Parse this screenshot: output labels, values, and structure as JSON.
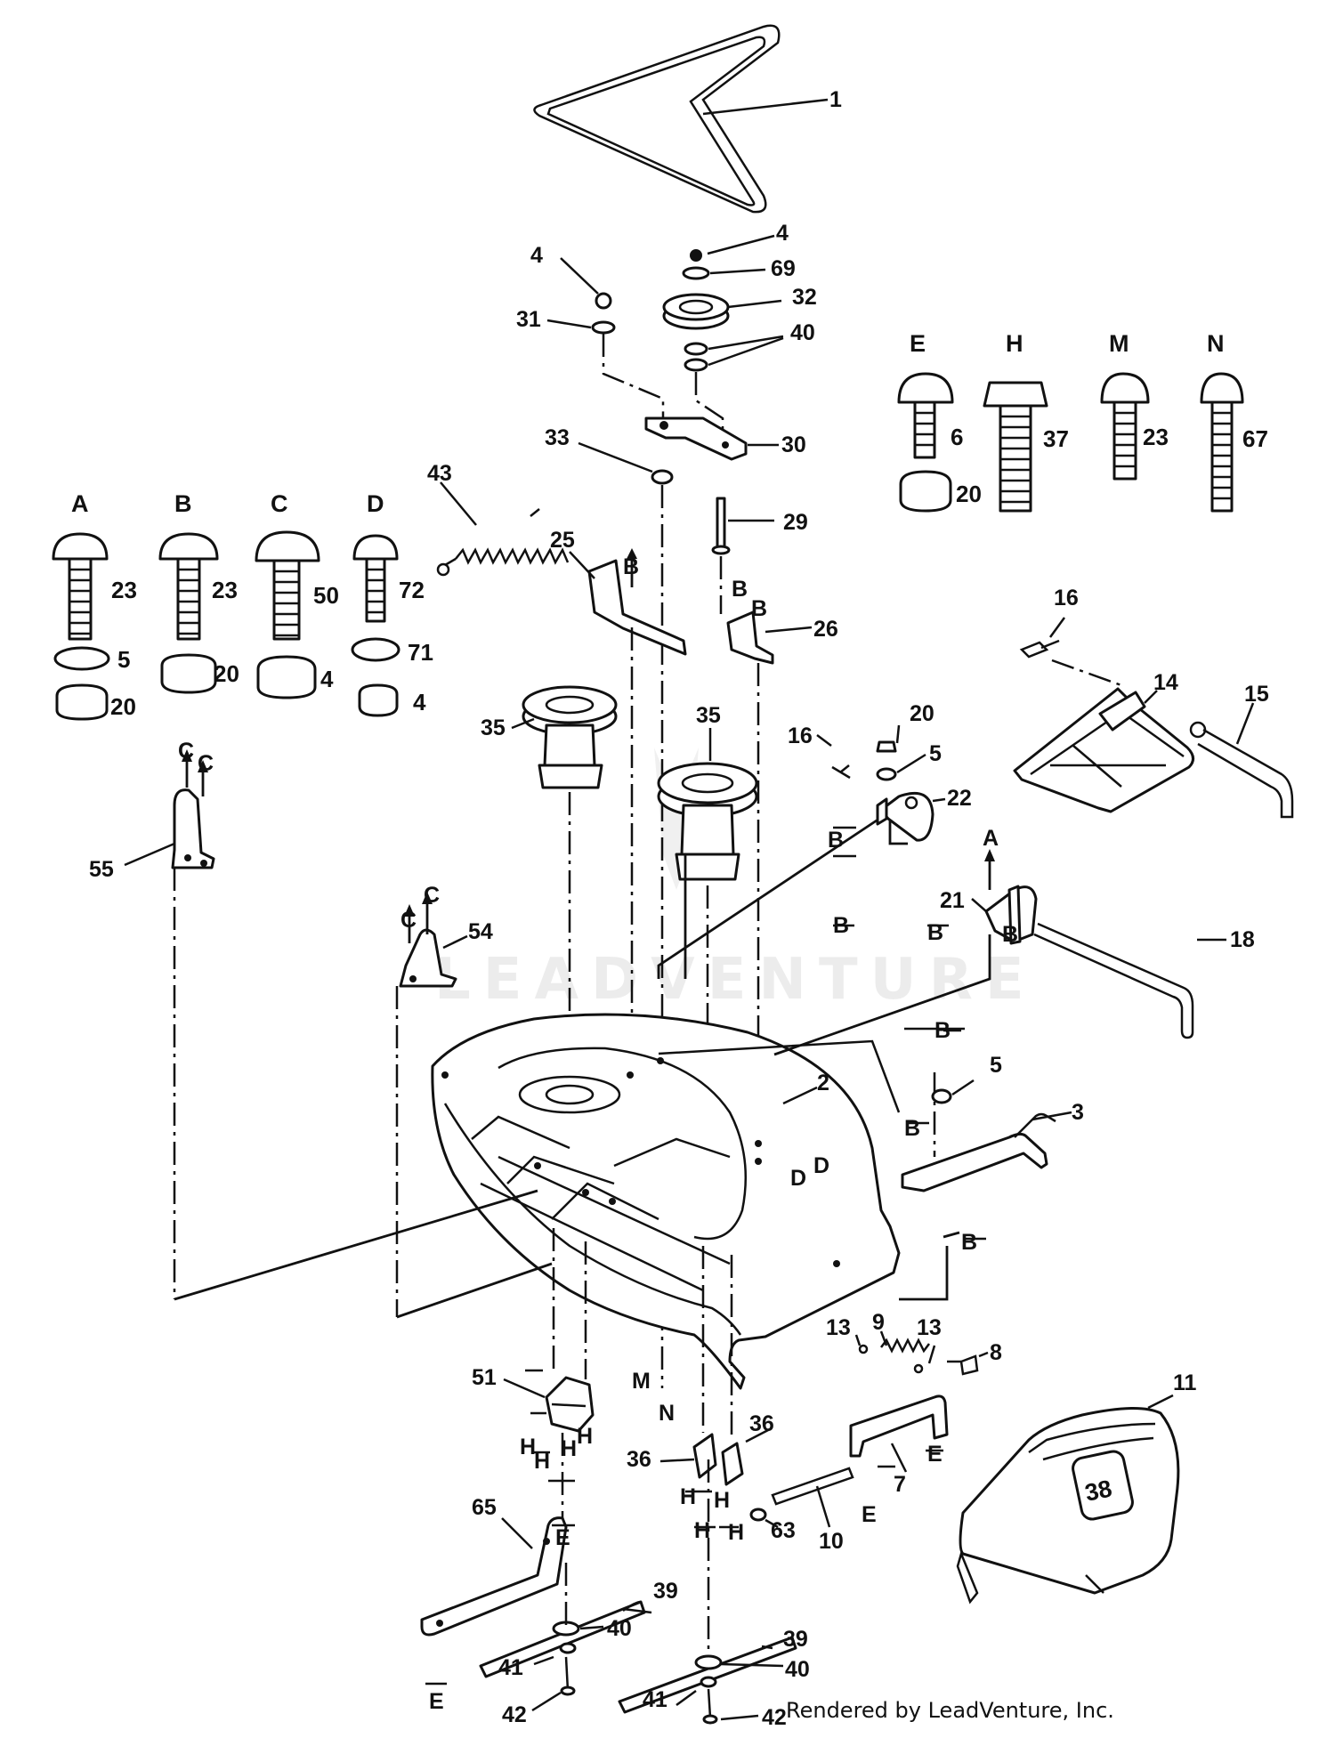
{
  "diagram": {
    "watermark": "LEADVENTURE",
    "credit": "Rendered by LeadVenture, Inc.",
    "callouts": [
      {
        "id": "c1",
        "text": "1"
      },
      {
        "id": "c2",
        "text": "2"
      },
      {
        "id": "c3",
        "text": "3"
      },
      {
        "id": "c4a",
        "text": "4"
      },
      {
        "id": "c4b",
        "text": "4"
      },
      {
        "id": "c5a",
        "text": "5"
      },
      {
        "id": "c5b",
        "text": "5"
      },
      {
        "id": "c7",
        "text": "7"
      },
      {
        "id": "c8",
        "text": "8"
      },
      {
        "id": "c9",
        "text": "9"
      },
      {
        "id": "c10",
        "text": "10"
      },
      {
        "id": "c11",
        "text": "11"
      },
      {
        "id": "c13a",
        "text": "13"
      },
      {
        "id": "c13b",
        "text": "13"
      },
      {
        "id": "c14",
        "text": "14"
      },
      {
        "id": "c15",
        "text": "15"
      },
      {
        "id": "c16a",
        "text": "16"
      },
      {
        "id": "c16b",
        "text": "16"
      },
      {
        "id": "c18",
        "text": "18"
      },
      {
        "id": "c20",
        "text": "20"
      },
      {
        "id": "c21",
        "text": "21"
      },
      {
        "id": "c22",
        "text": "22"
      },
      {
        "id": "c25",
        "text": "25"
      },
      {
        "id": "c26",
        "text": "26"
      },
      {
        "id": "c29",
        "text": "29"
      },
      {
        "id": "c30",
        "text": "30"
      },
      {
        "id": "c31",
        "text": "31"
      },
      {
        "id": "c32",
        "text": "32"
      },
      {
        "id": "c33",
        "text": "33"
      },
      {
        "id": "c35a",
        "text": "35"
      },
      {
        "id": "c35b",
        "text": "35"
      },
      {
        "id": "c36a",
        "text": "36"
      },
      {
        "id": "c36b",
        "text": "36"
      },
      {
        "id": "c39a",
        "text": "39"
      },
      {
        "id": "c39b",
        "text": "39"
      },
      {
        "id": "c40a",
        "text": "40"
      },
      {
        "id": "c40b",
        "text": "40"
      },
      {
        "id": "c40c",
        "text": "40"
      },
      {
        "id": "c41a",
        "text": "41"
      },
      {
        "id": "c41b",
        "text": "41"
      },
      {
        "id": "c42a",
        "text": "42"
      },
      {
        "id": "c42b",
        "text": "42"
      },
      {
        "id": "c43",
        "text": "43"
      },
      {
        "id": "c51",
        "text": "51"
      },
      {
        "id": "c54",
        "text": "54"
      },
      {
        "id": "c55",
        "text": "55"
      },
      {
        "id": "c63",
        "text": "63"
      },
      {
        "id": "c65",
        "text": "65"
      },
      {
        "id": "c69",
        "text": "69"
      }
    ],
    "hardware_keys": [
      {
        "id": "A",
        "letter": "A",
        "bolt": "23",
        "washer": "5",
        "nut": "20"
      },
      {
        "id": "B",
        "letter": "B",
        "bolt": "23",
        "nut": "20"
      },
      {
        "id": "C",
        "letter": "C",
        "bolt": "50",
        "nut": "4"
      },
      {
        "id": "D",
        "letter": "D",
        "bolt": "72",
        "washer": "71",
        "nut": "4"
      },
      {
        "id": "E",
        "letter": "E",
        "bolt": "6",
        "nut": "20"
      },
      {
        "id": "H",
        "letter": "H",
        "bolt": "37"
      },
      {
        "id": "M",
        "letter": "M",
        "bolt": "23"
      },
      {
        "id": "N",
        "letter": "N",
        "bolt": "67"
      }
    ],
    "refs": [
      {
        "id": "r1",
        "text": "B"
      },
      {
        "id": "r2",
        "text": "B"
      },
      {
        "id": "r3",
        "text": "B"
      },
      {
        "id": "r4",
        "text": "B"
      },
      {
        "id": "r5",
        "text": "B"
      },
      {
        "id": "r6",
        "text": "B"
      },
      {
        "id": "r7",
        "text": "B"
      },
      {
        "id": "r8",
        "text": "B"
      },
      {
        "id": "r9",
        "text": "B"
      },
      {
        "id": "r10",
        "text": "B"
      },
      {
        "id": "r11",
        "text": "B"
      },
      {
        "id": "r12",
        "text": "A"
      },
      {
        "id": "r13",
        "text": "C"
      },
      {
        "id": "r14",
        "text": "C"
      },
      {
        "id": "r15",
        "text": "C"
      },
      {
        "id": "r16",
        "text": "C"
      },
      {
        "id": "r17",
        "text": "D"
      },
      {
        "id": "r18",
        "text": "D"
      },
      {
        "id": "r19",
        "text": "M"
      },
      {
        "id": "r20",
        "text": "N"
      },
      {
        "id": "r21",
        "text": "H"
      },
      {
        "id": "r22",
        "text": "H"
      },
      {
        "id": "r23",
        "text": "H"
      },
      {
        "id": "r24",
        "text": "H"
      },
      {
        "id": "r25",
        "text": "H"
      },
      {
        "id": "r26",
        "text": "H"
      },
      {
        "id": "r27",
        "text": "H"
      },
      {
        "id": "r28",
        "text": "H"
      },
      {
        "id": "r29",
        "text": "E"
      },
      {
        "id": "r30",
        "text": "E"
      },
      {
        "id": "r31",
        "text": "E"
      },
      {
        "id": "r32",
        "text": "E"
      }
    ],
    "deck_badge": "38"
  }
}
